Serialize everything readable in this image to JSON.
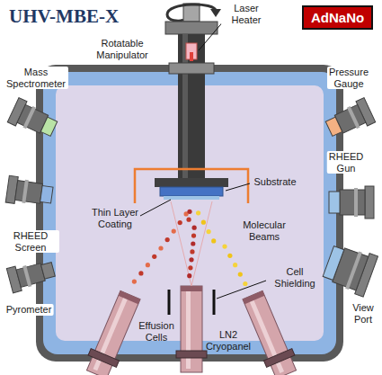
{
  "diagram": {
    "title": "UHV-MBE-X",
    "nodes": [
      {
        "text": [
          "AdNaNo"
        ]
      }
    ],
    "labels": [
      "Laser Heater",
      "Rotatable Manipulator",
      "Mass Spectrometer",
      "Pressure Gauge",
      "RHEED Gun",
      "Substrate",
      "Thin Layer Coating",
      "Molecular Beams",
      "Cell Shielding",
      "RHEED Screen",
      "View Port",
      "Pyrometer",
      "Effusion Cells",
      "LN2 Cryopanel"
    ]
  }
}
